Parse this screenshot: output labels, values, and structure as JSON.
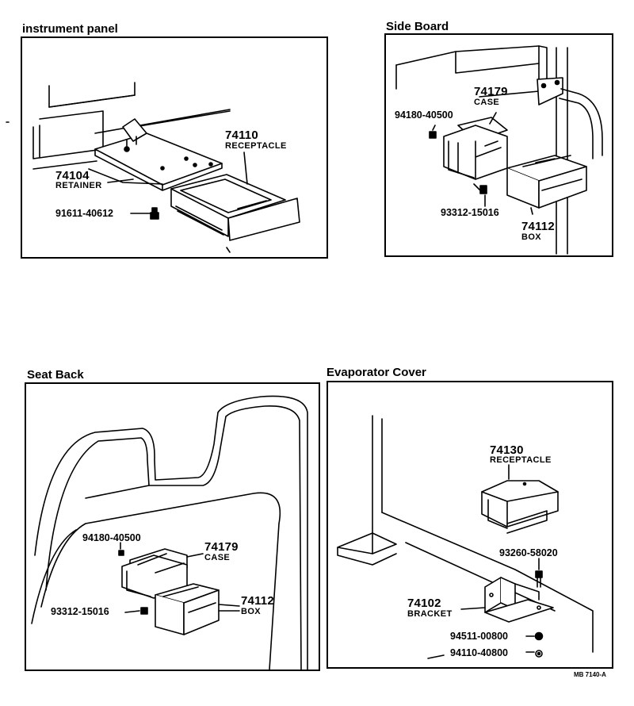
{
  "panels": {
    "instrument": {
      "title": "instrument panel",
      "parts": {
        "p74110": {
          "number": "74110",
          "name": "RECEPTACLE"
        },
        "p74104": {
          "number": "74104",
          "name": "RETAINER"
        },
        "screw": {
          "number": "91611-40612"
        }
      }
    },
    "sideboard": {
      "title": "Side Board",
      "parts": {
        "p74179": {
          "number": "74179",
          "name": "CASE"
        },
        "nut": {
          "number": "94180-40500"
        },
        "screw": {
          "number": "93312-15016"
        },
        "p74112": {
          "number": "74112",
          "name": "BOX"
        }
      }
    },
    "seatback": {
      "title": "Seat Back",
      "parts": {
        "nut": {
          "number": "94180-40500"
        },
        "p74179": {
          "number": "74179",
          "name": "CASE"
        },
        "screw": {
          "number": "93312-15016"
        },
        "p74112": {
          "number": "74112",
          "name": "BOX"
        }
      }
    },
    "evaporator": {
      "title": "Evaporator Cover",
      "parts": {
        "p74130": {
          "number": "74130",
          "name": "RECEPTACLE"
        },
        "screw": {
          "number": "93260-58020"
        },
        "p74102": {
          "number": "74102",
          "name": "BRACKET"
        },
        "nut": {
          "number": "94511-00800"
        },
        "washer": {
          "number": "94110-40800"
        }
      }
    }
  },
  "drawing_code": "MB 7140-A"
}
